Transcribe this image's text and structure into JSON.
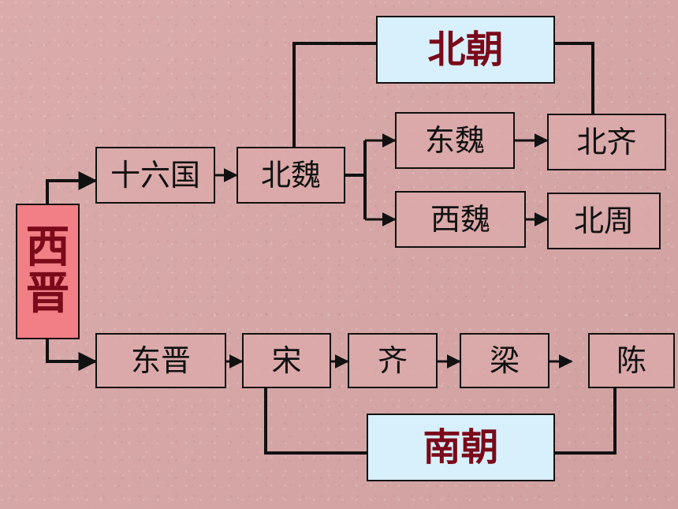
{
  "diagram": {
    "nodes": {
      "xijin": {
        "chars": [
          "西",
          "晋"
        ]
      },
      "shiliuguo": "十六国",
      "beiwei": "北魏",
      "dongwei": "东魏",
      "xiwei": "西魏",
      "beiqi": "北齐",
      "beizhou": "北周",
      "dongjin": "东晋",
      "song": "宋",
      "qi": "齐",
      "liang": "梁",
      "chen": "陈"
    },
    "groups": {
      "north": "北朝",
      "south": "南朝"
    }
  }
}
